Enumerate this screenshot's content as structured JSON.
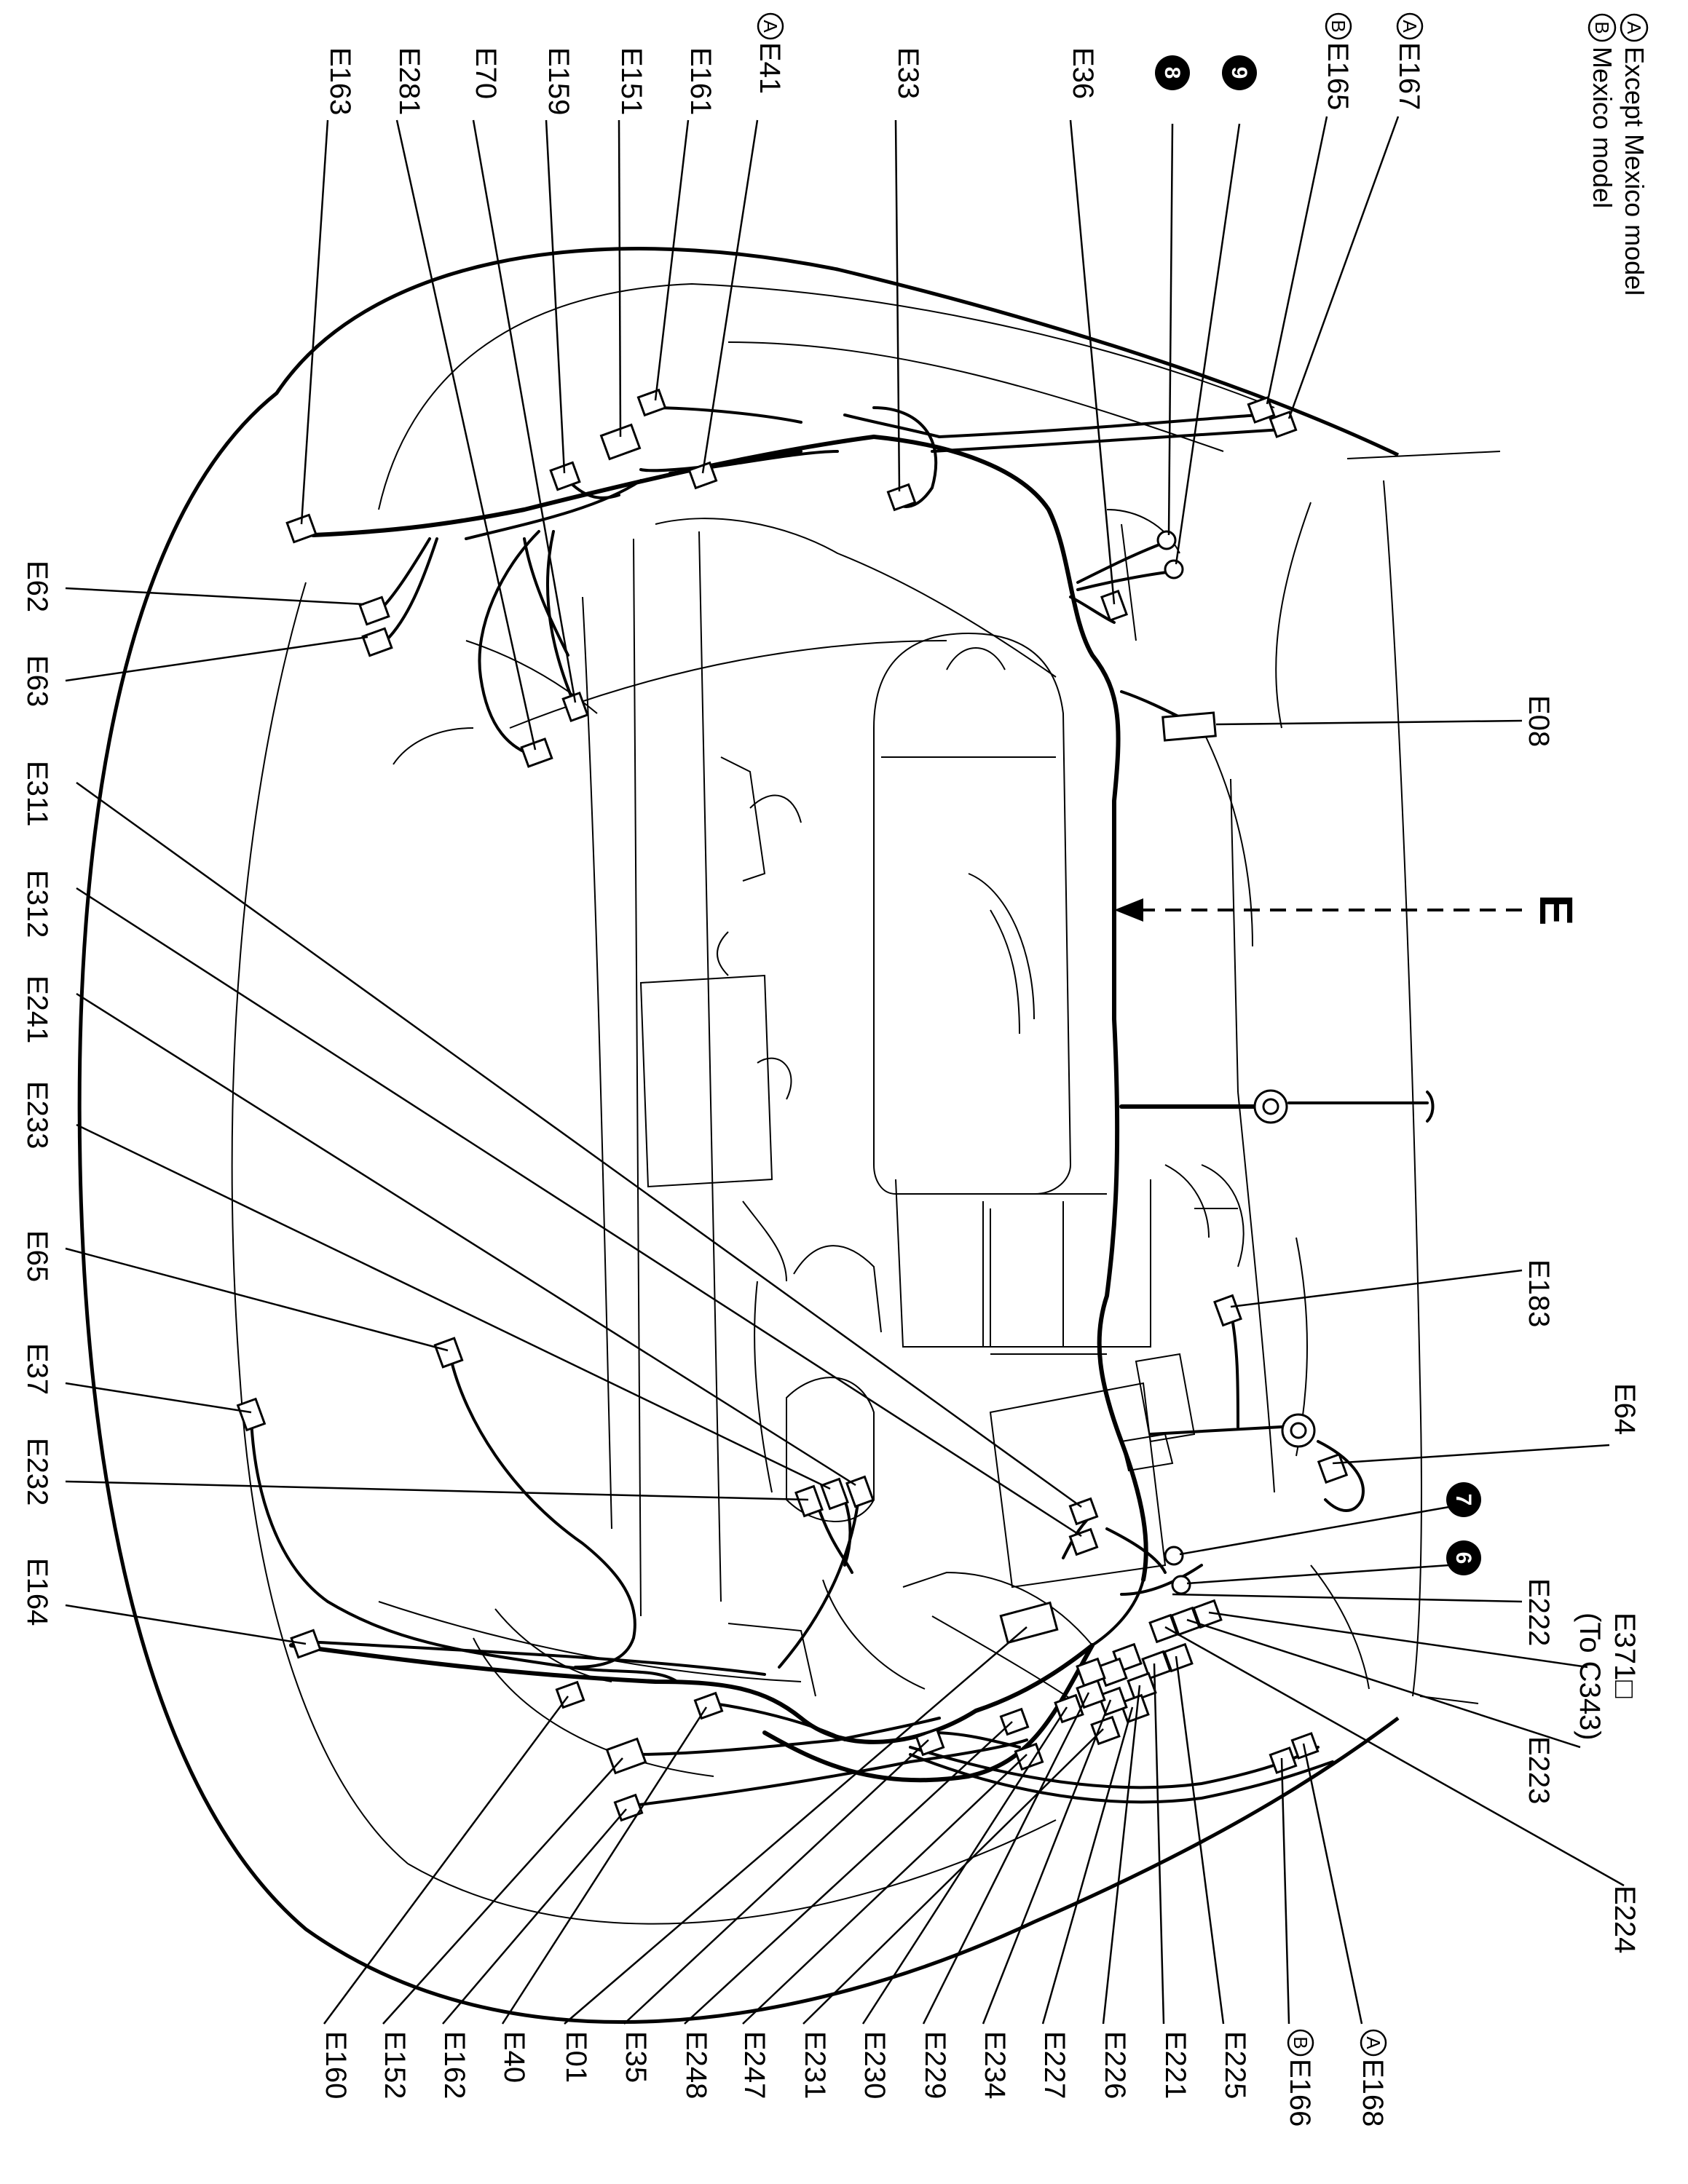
{
  "legend": {
    "a_letter": "A",
    "a_text": "Except Mexico model",
    "b_letter": "B",
    "b_text": "Mexico model"
  },
  "harness_label": "E",
  "labels": {
    "e167": "E167",
    "e165": "E165",
    "e36": "E36",
    "e33": "E33",
    "e41": "E41",
    "e161": "E161",
    "e151": "E151",
    "e159": "E159",
    "e70": "E70",
    "e281": "E281",
    "e163": "E163",
    "e62": "E62",
    "e63": "E63",
    "e08": "E08",
    "e311": "E311",
    "e312": "E312",
    "e241": "E241",
    "e233": "E233",
    "e65": "E65",
    "e37": "E37",
    "e232": "E232",
    "e164": "E164",
    "e183": "E183",
    "e64": "E64",
    "e222": "E222",
    "e371": "E371□",
    "to_c343": "(To C343)",
    "e223": "E223",
    "e224": "E224",
    "e168": "E168",
    "e166": "E166",
    "e225": "E225",
    "e221": "E221",
    "e226": "E226",
    "e227": "E227",
    "e234": "E234",
    "e229": "E229",
    "e230": "E230",
    "e231": "E231",
    "e247": "E247",
    "e248": "E248",
    "e35": "E35",
    "e01": "E01",
    "e40": "E40",
    "e162": "E162",
    "e152": "E152",
    "e160": "E160"
  },
  "badges": {
    "b6": "6",
    "b7": "7",
    "b8": "8",
    "b9": "9"
  }
}
